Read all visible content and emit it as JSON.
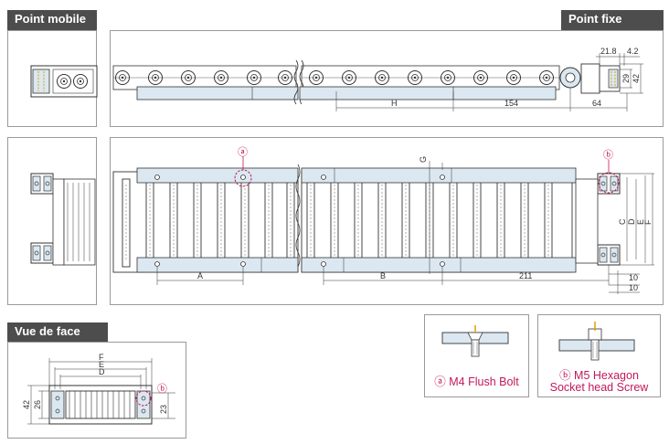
{
  "labels": {
    "point_mobile": "Point mobile",
    "point_fixe": "Point fixe",
    "vue_de_face": "Vue de face"
  },
  "dims": {
    "d21_8": "21.8",
    "d4_2": "4.2",
    "d29": "29",
    "d42": "42",
    "H": "H",
    "d154": "154",
    "d64": "64",
    "G": "G",
    "C": "C",
    "D": "D",
    "E": "E",
    "F": "F",
    "A": "A",
    "B": "B",
    "d211": "211",
    "d10a": "10",
    "d10b": "10",
    "fF": "F",
    "fE": "E",
    "fD": "D",
    "f42": "42",
    "f26": "26",
    "f23": "23"
  },
  "markers": {
    "a": "ⓐ",
    "b": "ⓑ"
  },
  "captions": {
    "flush_bolt": "ⓐ M4 Flush Bolt",
    "hex_line1": "ⓑ M5 Hexagon",
    "hex_line2": "Socket head Screw"
  },
  "colors": {
    "part_fill": "#dbe8f1",
    "line": "#333333",
    "marker": "#c2185b",
    "header_bg": "#4d4d4d"
  }
}
